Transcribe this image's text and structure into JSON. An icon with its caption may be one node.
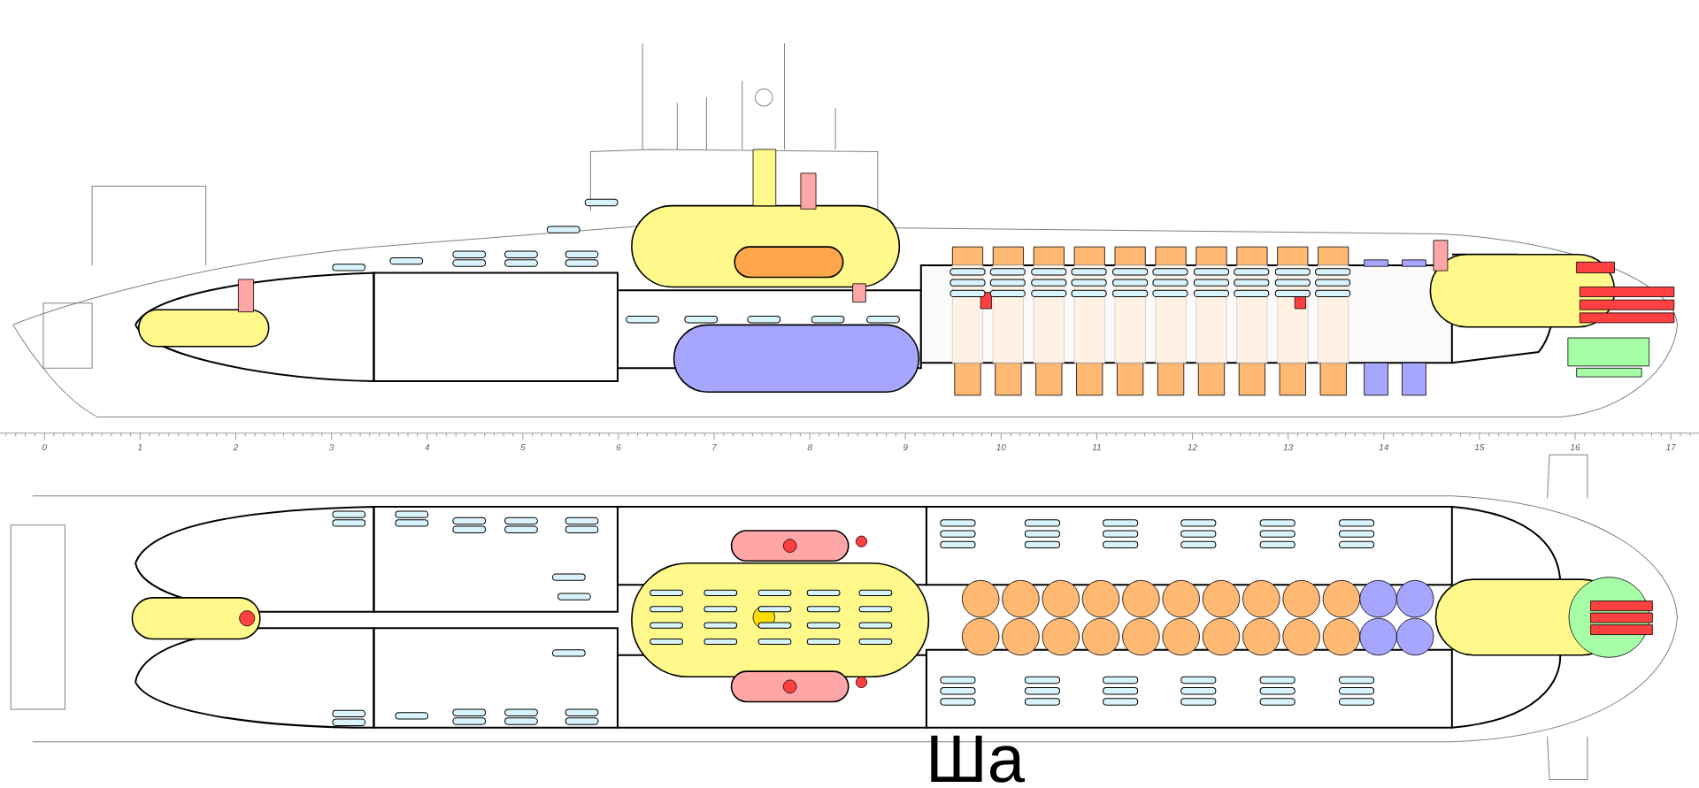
{
  "diagram": {
    "labels": [
      "0",
      "1",
      "2",
      "3",
      "4",
      "5",
      "6",
      "7",
      "8",
      "9",
      "10",
      "11",
      "12",
      "13",
      "14",
      "15",
      "16",
      "17",
      "Ша"
    ]
  }
}
